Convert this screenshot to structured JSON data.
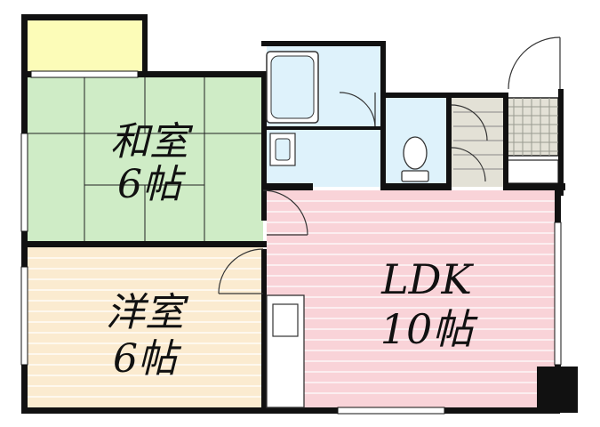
{
  "rooms": {
    "washitsu": {
      "name": "和室",
      "size": "6帖",
      "color": "#cfecc6"
    },
    "youshitsu": {
      "name": "洋室",
      "size": "6帖",
      "color": "#fbebd0"
    },
    "ldk": {
      "name": "LDK",
      "size": "10帖",
      "color": "#f9d3d8"
    },
    "balcony": {
      "color": "#fcfcb8"
    },
    "wet_area": {
      "color": "#def2fb"
    },
    "entrance": {
      "color": "#e3e1d6"
    }
  }
}
